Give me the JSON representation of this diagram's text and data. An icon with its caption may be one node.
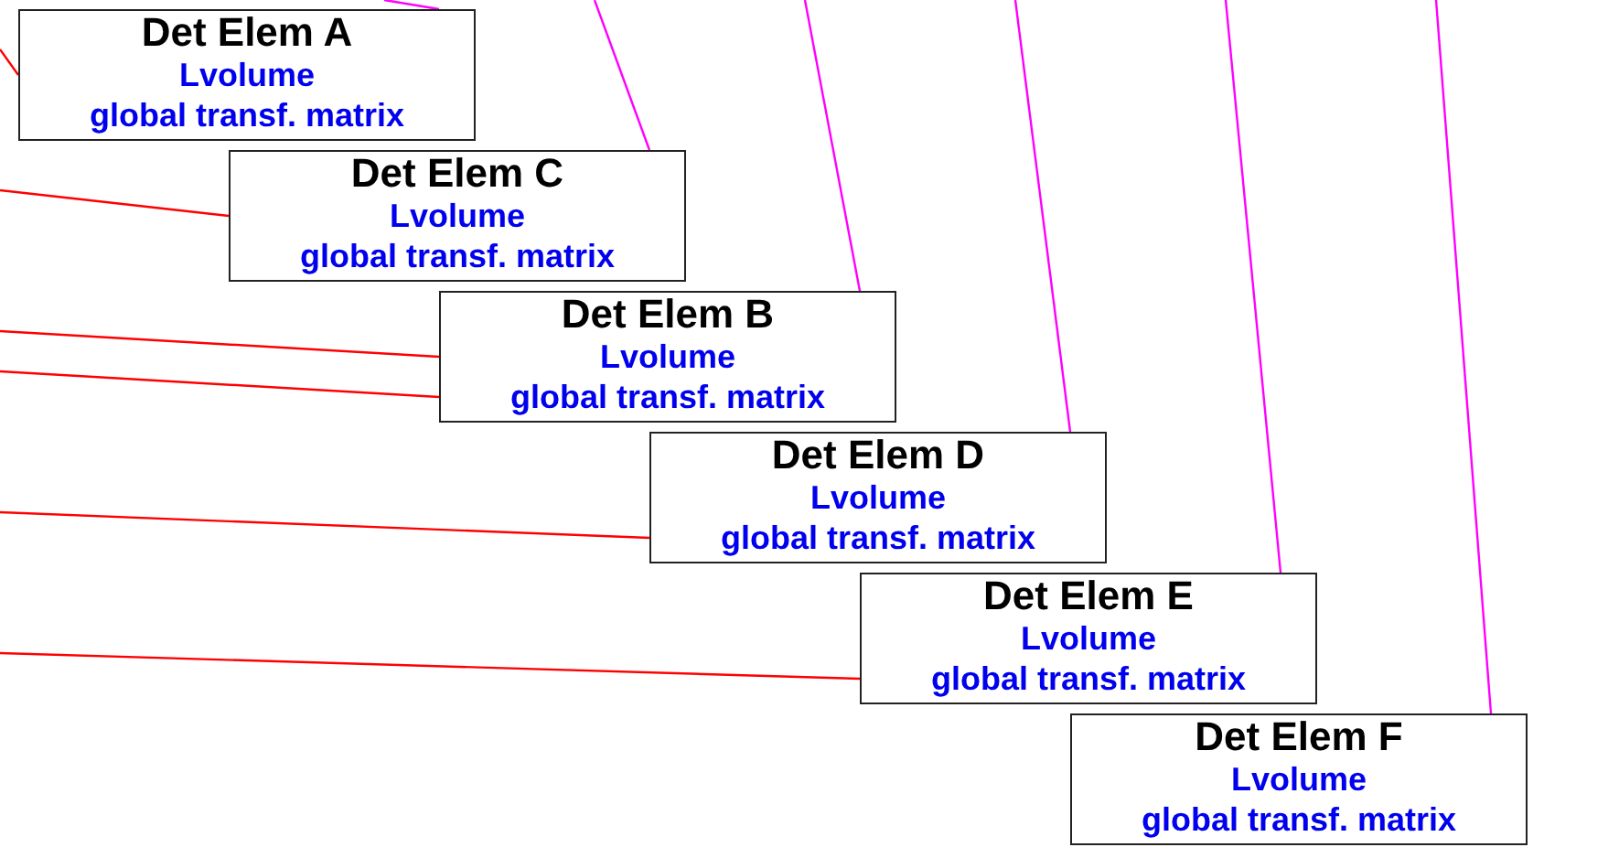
{
  "diagram": {
    "nodes": [
      {
        "text": [
          "Det Elem A",
          "Lvolume",
          "global transf. matrix"
        ]
      },
      {
        "text": [
          "Det Elem C",
          "Lvolume",
          "global transf. matrix"
        ]
      },
      {
        "text": [
          "Det Elem B",
          "Lvolume",
          "global transf. matrix"
        ]
      },
      {
        "text": [
          "Det Elem D",
          "Lvolume",
          "global transf. matrix"
        ]
      },
      {
        "text": [
          "Det Elem E",
          "Lvolume",
          "global transf. matrix"
        ]
      },
      {
        "text": [
          "Det Elem F",
          "Lvolume",
          "global transf. matrix"
        ]
      }
    ],
    "edges": [
      {
        "from": null,
        "to": 0,
        "arrow": "none",
        "color": "#ff0000"
      },
      {
        "from": null,
        "to": 1,
        "arrow": "none",
        "color": "#ff0000"
      },
      {
        "from": null,
        "to": 2,
        "arrow": "none",
        "color": "#ff0000"
      },
      {
        "from": null,
        "to": 2,
        "arrow": "none",
        "color": "#ff0000"
      },
      {
        "from": null,
        "to": 3,
        "arrow": "none",
        "color": "#ff0000"
      },
      {
        "from": null,
        "to": 4,
        "arrow": "none",
        "color": "#ff0000"
      },
      {
        "from": null,
        "to": 0,
        "arrow": "none",
        "color": "#ff00ff"
      },
      {
        "from": null,
        "to": 1,
        "arrow": "none",
        "color": "#ff00ff"
      },
      {
        "from": null,
        "to": 2,
        "arrow": "none",
        "color": "#ff00ff"
      },
      {
        "from": null,
        "to": 3,
        "arrow": "none",
        "color": "#ff00ff"
      },
      {
        "from": null,
        "to": 4,
        "arrow": "none",
        "color": "#ff00ff"
      },
      {
        "from": null,
        "to": 5,
        "arrow": "none",
        "color": "#ff00ff"
      }
    ]
  }
}
